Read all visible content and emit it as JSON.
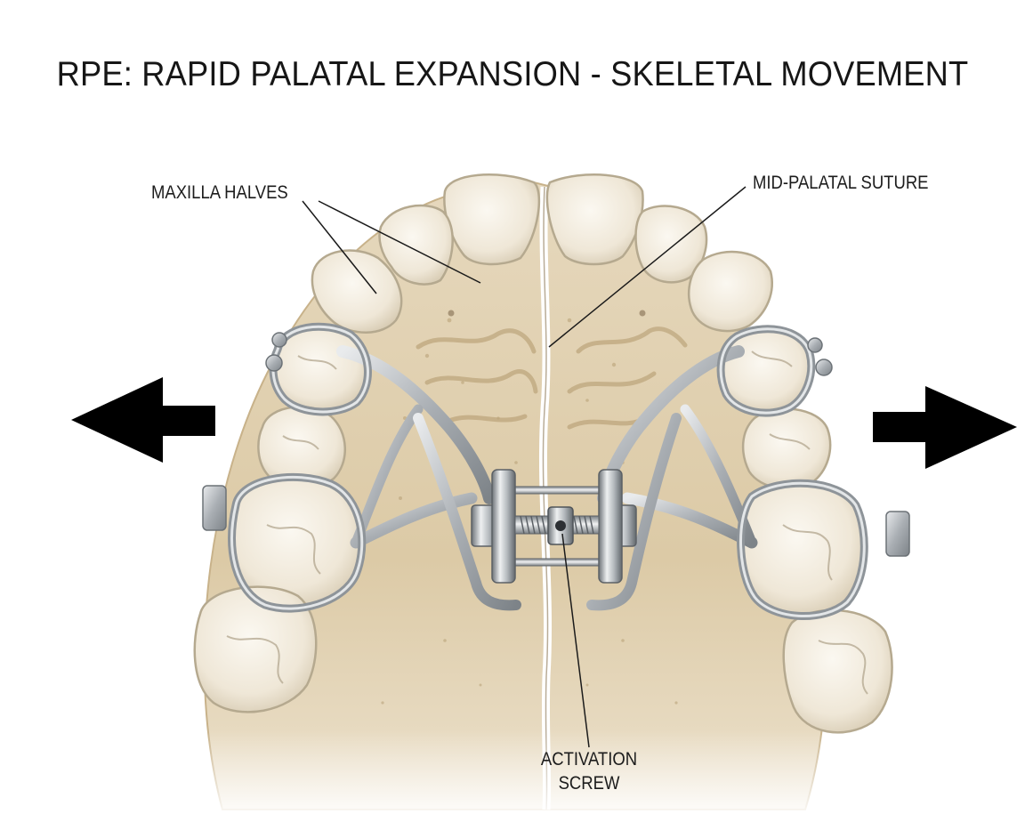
{
  "title": "RPE: RAPID PALATAL EXPANSION - SKELETAL MOVEMENT",
  "labels": {
    "maxilla": "MAXILLA HALVES",
    "suture": "MID-PALATAL SUTURE",
    "screw_line1": "ACTIVATION",
    "screw_line2": "SCREW"
  },
  "icons": [
    "arrow-left-icon",
    "arrow-right-icon"
  ],
  "colors": {
    "bone": "#e3d4b8",
    "bone_shadow": "#c9b591",
    "tooth": "#f2ecdf",
    "tooth_edge": "#b9ad97",
    "metal": "#b8bcc0",
    "metal_dark": "#6f757b",
    "arrow": "#000000",
    "text": "#161616"
  }
}
